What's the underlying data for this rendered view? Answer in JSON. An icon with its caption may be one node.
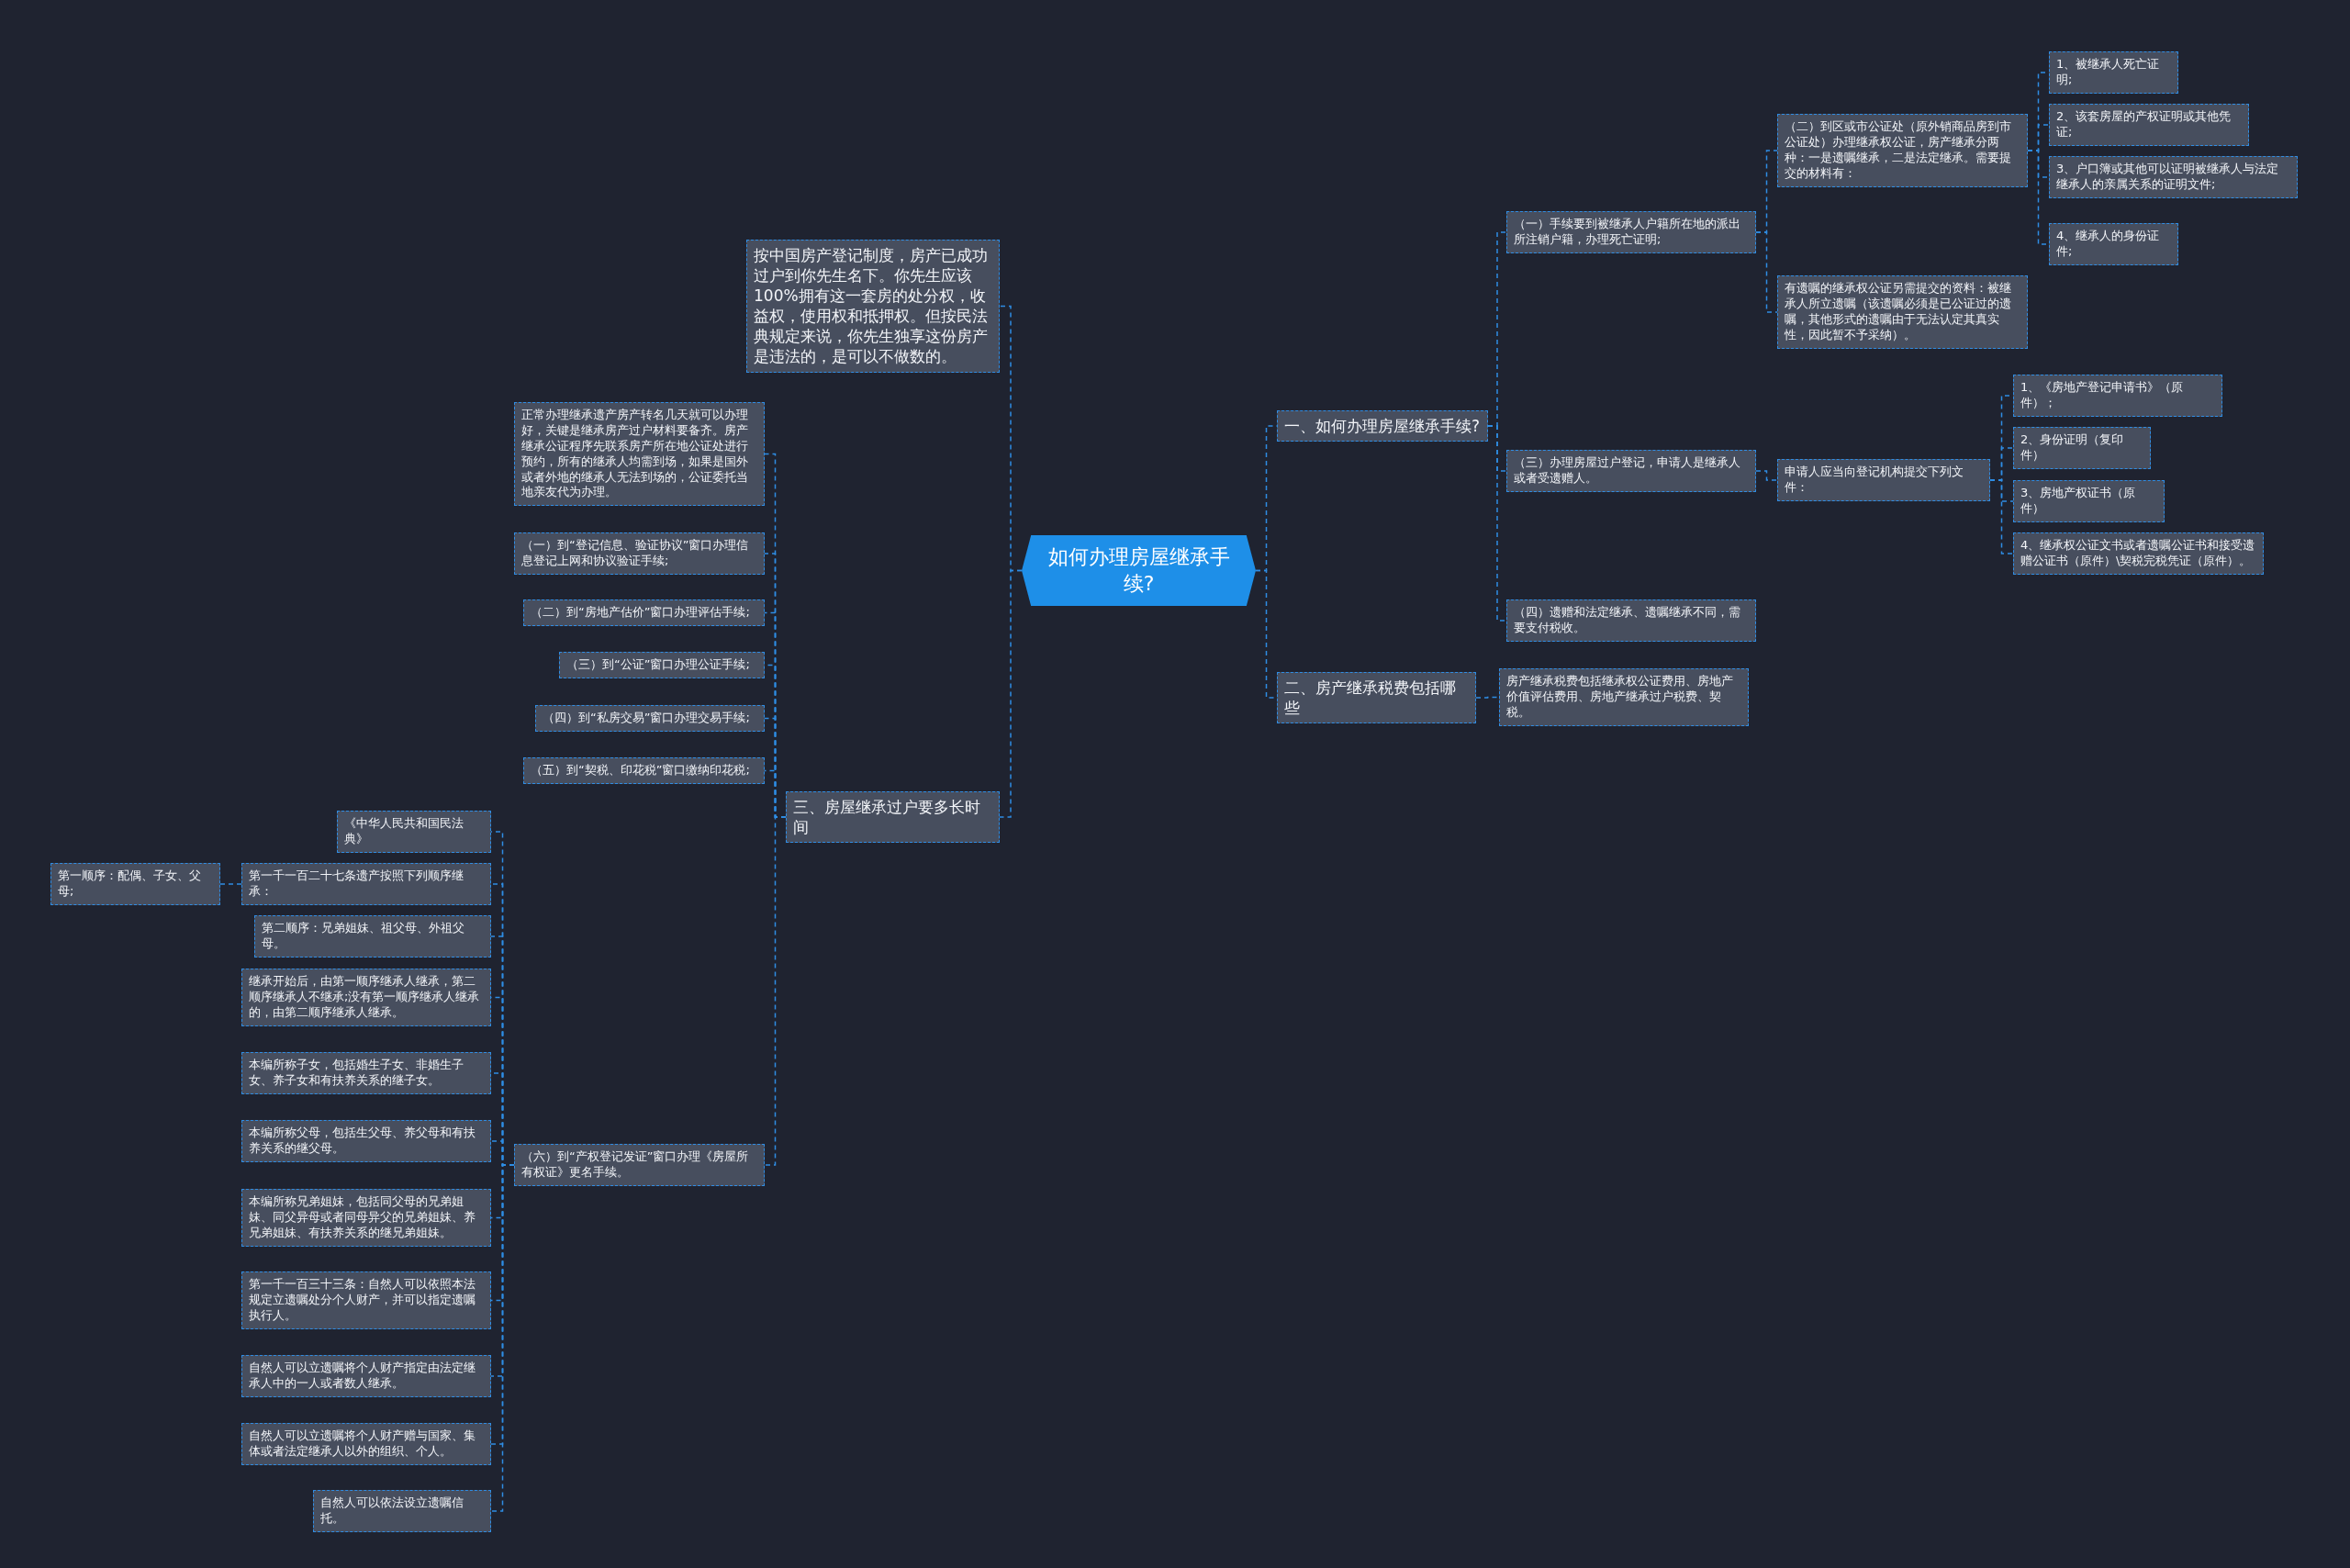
{
  "diagram": {
    "nodes": [
      {
        "text": [
          "如何办理房屋继承手续?"
        ]
      },
      {
        "text": [
          "一、如何办理房屋继承手续?"
        ]
      },
      {
        "text": [
          "（一）手续要到被继承人户籍所在地的派出所注销户籍，办理死亡证明;"
        ]
      },
      {
        "text": [
          "（二）到区或市公证处（原外销商品房到市公证处）办理继承权公证，房产继承分两种：一是遗嘱继承，二是法定继承。需要提交的材料有："
        ]
      },
      {
        "text": [
          "1、被继承人死亡证明;"
        ]
      },
      {
        "text": [
          "2、该套房屋的产权证明或其他凭证;"
        ]
      },
      {
        "text": [
          "3、户口簿或其他可以证明被继承人与法定继承人的亲属关系的证明文件;"
        ]
      },
      {
        "text": [
          "4、继承人的身份证件;"
        ]
      },
      {
        "text": [
          "有遗嘱的继承权公证另需提交的资料：被继承人所立遗嘱（该遗嘱必须是已公证过的遗嘱，其他形式的遗嘱由于无法认定其真实性，因此暂不予采纳）。"
        ]
      },
      {
        "text": [
          "（三）办理房屋过户登记，申请人是继承人或者受遗赠人。"
        ]
      },
      {
        "text": [
          "申请人应当向登记机构提交下列文件："
        ]
      },
      {
        "text": [
          "1、《房地产登记申请书》（原件）；"
        ]
      },
      {
        "text": [
          "2、身份证明（复印件）"
        ]
      },
      {
        "text": [
          "3、房地产权证书（原件）"
        ]
      },
      {
        "text": [
          "4、继承权公证文书或者遗嘱公证书和接受遗赠公证书（原件）\\契税完税凭证（原件）。"
        ]
      },
      {
        "text": [
          "（四）遗赠和法定继承、遗嘱继承不同，需要支付税收。"
        ]
      },
      {
        "text": [
          "二、房产继承税费包括哪些"
        ]
      },
      {
        "text": [
          "房产继承税费包括继承权公证费用、房地产价值评估费用、房地产继承过户税费、契税。"
        ]
      },
      {
        "text": [
          "按中国房产登记制度，房产已成功过户到你先生名下。你先生应该100%拥有这一套房的处分权，收益权，使用权和抵押权。但按民法典规定来说，你先生独享这份房产是违法的，是可以不做数的。"
        ]
      },
      {
        "text": [
          "三、房屋继承过户要多长时间"
        ]
      },
      {
        "text": [
          "正常办理继承遗产房产转名几天就可以办理好，关键是继承房产过户材料要备齐。房产继承公证程序先联系房产所在地公证处进行预约，所有的继承人均需到场，如果是国外或者外地的继承人无法到场的，公证委托当地亲友代为办理。"
        ]
      },
      {
        "text": [
          "（一）到“登记信息、验证协议”窗口办理信息登记上网和协议验证手续;"
        ]
      },
      {
        "text": [
          "（二）到“房地产估价”窗口办理评估手续;"
        ]
      },
      {
        "text": [
          "（三）到“公证”窗口办理公证手续;"
        ]
      },
      {
        "text": [
          "（四）到“私房交易”窗口办理交易手续;"
        ]
      },
      {
        "text": [
          "（五）到“契税、印花税”窗口缴纳印花税;"
        ]
      },
      {
        "text": [
          "（六）到“产权登记发证”窗口办理《房屋所有权证》更名手续。"
        ]
      },
      {
        "text": [
          "《中华人民共和国民法典》"
        ]
      },
      {
        "text": [
          "第一千一百二十七条遗产按照下列顺序继承："
        ]
      },
      {
        "text": [
          "第一顺序：配偶、子女、父母;"
        ]
      },
      {
        "text": [
          "第二顺序：兄弟姐妹、祖父母、外祖父母。"
        ]
      },
      {
        "text": [
          "继承开始后，由第一顺序继承人继承，第二顺序继承人不继承;没有第一顺序继承人继承的，由第二顺序继承人继承。"
        ]
      },
      {
        "text": [
          "本编所称子女，包括婚生子女、非婚生子女、养子女和有扶养关系的继子女。"
        ]
      },
      {
        "text": [
          "本编所称父母，包括生父母、养父母和有扶养关系的继父母。"
        ]
      },
      {
        "text": [
          "本编所称兄弟姐妹，包括同父母的兄弟姐妹、同父异母或者同母异父的兄弟姐妹、养兄弟姐妹、有扶养关系的继兄弟姐妹。"
        ]
      },
      {
        "text": [
          "第一千一百三十三条：自然人可以依照本法规定立遗嘱处分个人财产，并可以指定遗嘱执行人。"
        ]
      },
      {
        "text": [
          "自然人可以立遗嘱将个人财产指定由法定继承人中的一人或者数人继承。"
        ]
      },
      {
        "text": [
          "自然人可以立遗嘱将个人财产赠与国家、集体或者法定继承人以外的组织、个人。"
        ]
      },
      {
        "text": [
          "自然人可以依法设立遗嘱信托。"
        ]
      }
    ],
    "edges": [
      {
        "from": 0,
        "to": 1,
        "arrow": "none"
      },
      {
        "from": 0,
        "to": 16,
        "arrow": "none"
      },
      {
        "from": 1,
        "to": 2,
        "arrow": "none"
      },
      {
        "from": 1,
        "to": 9,
        "arrow": "none"
      },
      {
        "from": 1,
        "to": 15,
        "arrow": "none"
      },
      {
        "from": 2,
        "to": 3,
        "arrow": "none"
      },
      {
        "from": 2,
        "to": 8,
        "arrow": "none"
      },
      {
        "from": 3,
        "to": 4,
        "arrow": "none"
      },
      {
        "from": 3,
        "to": 5,
        "arrow": "none"
      },
      {
        "from": 3,
        "to": 6,
        "arrow": "none"
      },
      {
        "from": 3,
        "to": 7,
        "arrow": "none"
      },
      {
        "from": 9,
        "to": 10,
        "arrow": "none"
      },
      {
        "from": 10,
        "to": 11,
        "arrow": "none"
      },
      {
        "from": 10,
        "to": 12,
        "arrow": "none"
      },
      {
        "from": 10,
        "to": 13,
        "arrow": "none"
      },
      {
        "from": 10,
        "to": 14,
        "arrow": "none"
      },
      {
        "from": 16,
        "to": 17,
        "arrow": "none"
      },
      {
        "from": 0,
        "to": 18,
        "arrow": "none"
      },
      {
        "from": 0,
        "to": 19,
        "arrow": "none"
      },
      {
        "from": 19,
        "to": 20,
        "arrow": "none"
      },
      {
        "from": 19,
        "to": 21,
        "arrow": "none"
      },
      {
        "from": 19,
        "to": 22,
        "arrow": "none"
      },
      {
        "from": 19,
        "to": 23,
        "arrow": "none"
      },
      {
        "from": 19,
        "to": 24,
        "arrow": "none"
      },
      {
        "from": 19,
        "to": 25,
        "arrow": "none"
      },
      {
        "from": 19,
        "to": 26,
        "arrow": "none"
      },
      {
        "from": 26,
        "to": 27,
        "arrow": "none"
      },
      {
        "from": 26,
        "to": 28,
        "arrow": "none"
      },
      {
        "from": 28,
        "to": 29,
        "arrow": "none"
      },
      {
        "from": 26,
        "to": 30,
        "arrow": "none"
      },
      {
        "from": 26,
        "to": 31,
        "arrow": "none"
      },
      {
        "from": 26,
        "to": 32,
        "arrow": "none"
      },
      {
        "from": 26,
        "to": 33,
        "arrow": "none"
      },
      {
        "from": 26,
        "to": 34,
        "arrow": "none"
      },
      {
        "from": 26,
        "to": 35,
        "arrow": "none"
      },
      {
        "from": 26,
        "to": 36,
        "arrow": "none"
      },
      {
        "from": 26,
        "to": 37,
        "arrow": "none"
      },
      {
        "from": 26,
        "to": 38,
        "arrow": "none"
      }
    ]
  }
}
